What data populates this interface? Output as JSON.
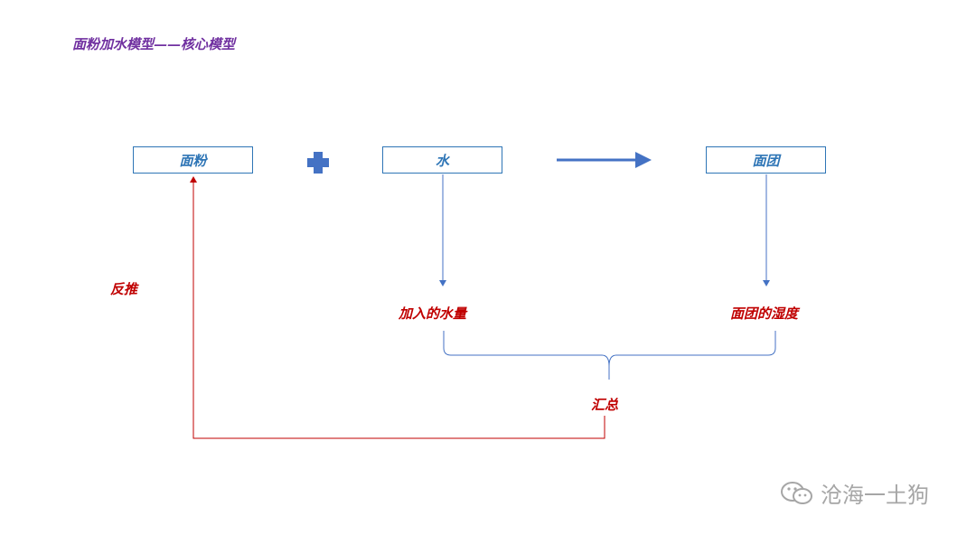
{
  "title": "面粉加水模型——核心模型",
  "boxes": {
    "flour": "面粉",
    "water": "水",
    "dough": "面团"
  },
  "labels": {
    "water_amount": "加入的水量",
    "dough_humidity": "面团的湿度",
    "summary": "汇总",
    "reverse": "反推"
  },
  "watermark": "沧海一土狗",
  "icons": {
    "plus": "plus-icon",
    "arrow": "right-arrow-icon",
    "watermark_logo": "wechat-icon"
  },
  "colors": {
    "title": "#7030a0",
    "box_border": "#2e75b6",
    "red": "#c00000",
    "watermark": "#a6a6a6"
  }
}
